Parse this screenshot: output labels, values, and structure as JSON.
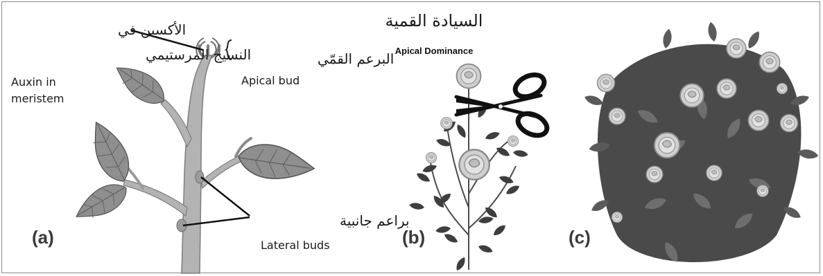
{
  "title": {
    "arabic": "السيادة القمية",
    "english": "Apical Dominance"
  },
  "panel_a": {
    "letter": "(a)",
    "auxin_ar_line1": "الأكسين في",
    "auxin_ar_line2": "النسيج المرستيمي",
    "auxin_en_line1": "Auxin in",
    "auxin_en_line2": "meristem",
    "apical_ar": "البرعم القمّي",
    "apical_en": "Apical bud",
    "lateral_ar": "براعم جانبية",
    "lateral_en": "Lateral buds"
  },
  "panel_b": {
    "letter": "(b)"
  },
  "panel_c": {
    "letter": "(c)"
  },
  "colors": {
    "stem": "#b0b0b0",
    "leaf": "#8f8f8f",
    "leaf_vein": "#5c5c5c",
    "dark_leaf": "#3e3e3e",
    "rose": "#d9d9d9",
    "scissors": "#111111"
  }
}
